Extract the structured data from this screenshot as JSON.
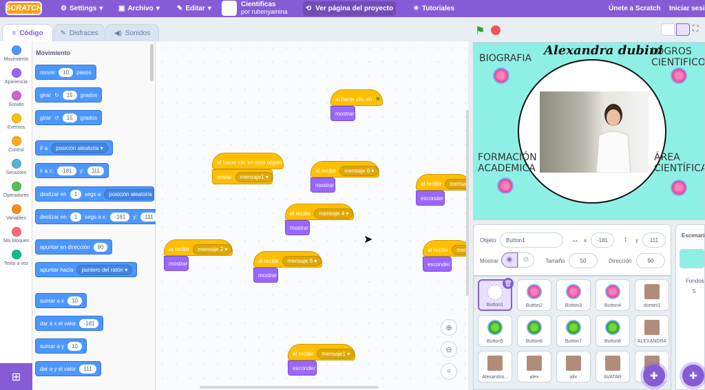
{
  "topbar": {
    "logo": "SCRATCH",
    "settings": "Settings",
    "archivo": "Archivo",
    "editar": "Editar",
    "project_title": "Cientificas",
    "project_author": "por rubenyamina",
    "ver_pagina": "Ver página del proyecto",
    "tutoriales": "Tutoriales",
    "unete": "Únete a Scratch",
    "iniciar": "Iniciar sesión"
  },
  "tabs": {
    "codigo": "Código",
    "disfraces": "Disfraces",
    "sonidos": "Sonidos"
  },
  "categories": [
    {
      "label": "Movimiento",
      "color": "#4c97ff"
    },
    {
      "label": "Apariencia",
      "color": "#9966ff"
    },
    {
      "label": "Sonido",
      "color": "#cf63cf"
    },
    {
      "label": "Eventos",
      "color": "#ffbf00"
    },
    {
      "label": "Control",
      "color": "#ffab19"
    },
    {
      "label": "Sensores",
      "color": "#5cb1d6"
    },
    {
      "label": "Operadores",
      "color": "#59c059"
    },
    {
      "label": "Variables",
      "color": "#ff8c1a"
    },
    {
      "label": "Mis bloques",
      "color": "#ff6680"
    },
    {
      "label": "Texto a voz",
      "color": "#0fbd8c"
    }
  ],
  "palette": {
    "title": "Movimiento",
    "mover": "mover",
    "mover_n": "10",
    "pasos": "pasos",
    "girar": "girar",
    "girar_n1": "15",
    "girar_n2": "15",
    "grados": "grados",
    "ir_a": "ir a",
    "posicion_aleatoria": "posición aleatoria",
    "ir_a_x": "ir a x:",
    "x_val": "-181",
    "y_lbl": "y:",
    "y_val": "111",
    "deslizar_en": "deslizar en",
    "uno": "1",
    "segs_a": "segs a",
    "segs_a_x": "segs a x:",
    "apuntar_dir": "apuntar en dirección",
    "dir_val": "90",
    "apuntar_hacia": "apuntar hacia",
    "puntero": "puntero del ratón",
    "sumar_x": "sumar a x",
    "sumar_x_val": "10",
    "dar_x": "dar a x el valor",
    "dar_x_val": "-181",
    "sumar_y": "sumar a y",
    "sumar_y_val": "10",
    "dar_y": "dar a y el valor",
    "dar_y_val": "111"
  },
  "scripts": {
    "hat_flag": "al hacer clic en",
    "mostrar": "mostrar",
    "esconder": "esconder",
    "click_obj": "al hacer clic en este objeto",
    "enviar": "enviar",
    "mensaje1": "mensaje1",
    "al_recibir": "al recibir",
    "mensaje8": "mensaje 8",
    "mensaje4": "mensaje 4",
    "mensaje2": "mensaje 2",
    "mensaje6": "mensaje 6",
    "mensaje_cut": "mensa",
    "mensaje_cut2": "men"
  },
  "stage": {
    "biografia": "BIOGRAFIA",
    "name": "Alexandra dubini",
    "logros1": "LOGROS",
    "logros2": "CIENTIFICO",
    "formacion1": "FORMACIÓN",
    "formacion2": "ACADEMICA",
    "area1": "ÁREA",
    "area2": "CIENTÍFICA"
  },
  "sprite_info": {
    "objeto": "Objeto",
    "name": "Button1",
    "x_lbl": "x",
    "x": "-181",
    "y_lbl": "y",
    "y": "111",
    "mostrar": "Mostrar",
    "tamano": "Tamaño",
    "tamano_val": "50",
    "direccion": "Dirección",
    "dir_val": "90"
  },
  "sprites": [
    "Button1",
    "Button2",
    "Button3",
    "Button4",
    "dumini1",
    "Button5",
    "Button6",
    "Button7",
    "Button8",
    "ALEXANDRA",
    "Alexandra...",
    "alex",
    "alix",
    "AVATAR",
    ""
  ],
  "stage_panel": {
    "escenario": "Escenario",
    "fondos": "Fondos",
    "fondos_n": "5"
  }
}
